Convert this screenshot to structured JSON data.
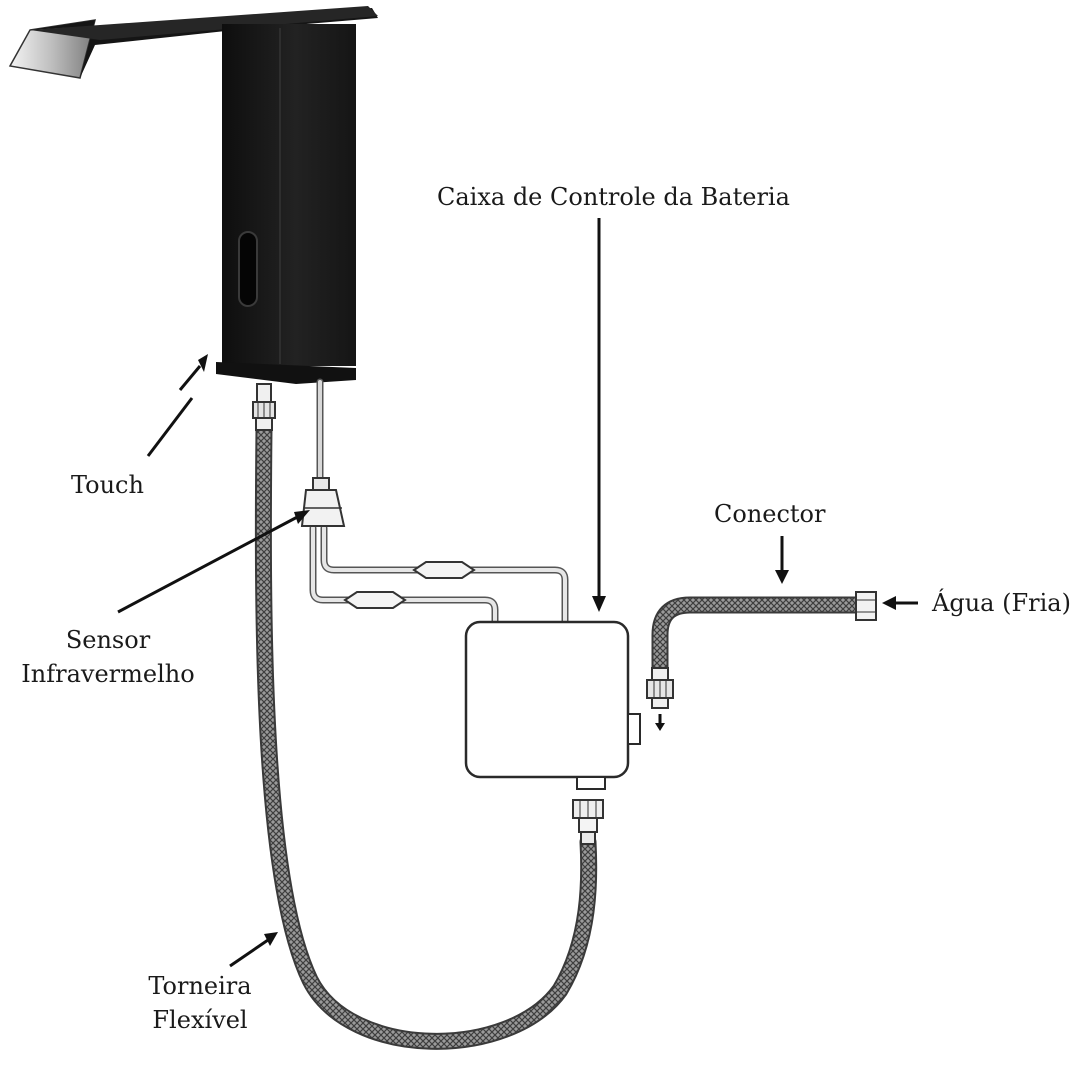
{
  "labels": {
    "battery_box": "Caixa de Controle da Bateria",
    "touch": "Touch",
    "connector": "Conector",
    "water": "Água (Fria)",
    "sensor_line1": "Sensor",
    "sensor_line2": "Infravermelho",
    "hose_line1": "Torneira",
    "hose_line2": "Flexível"
  },
  "colors": {
    "faucet": "#161616",
    "faucet_edge": "#2c2c2c",
    "hose": "#8a8a8a",
    "hose_dark": "#4a4a4a",
    "wire": "#9a9a9a",
    "box_fill": "#ffffff",
    "box_stroke": "#2a2a2a",
    "arrow": "#111111",
    "chrome": "#cfcfcf"
  }
}
